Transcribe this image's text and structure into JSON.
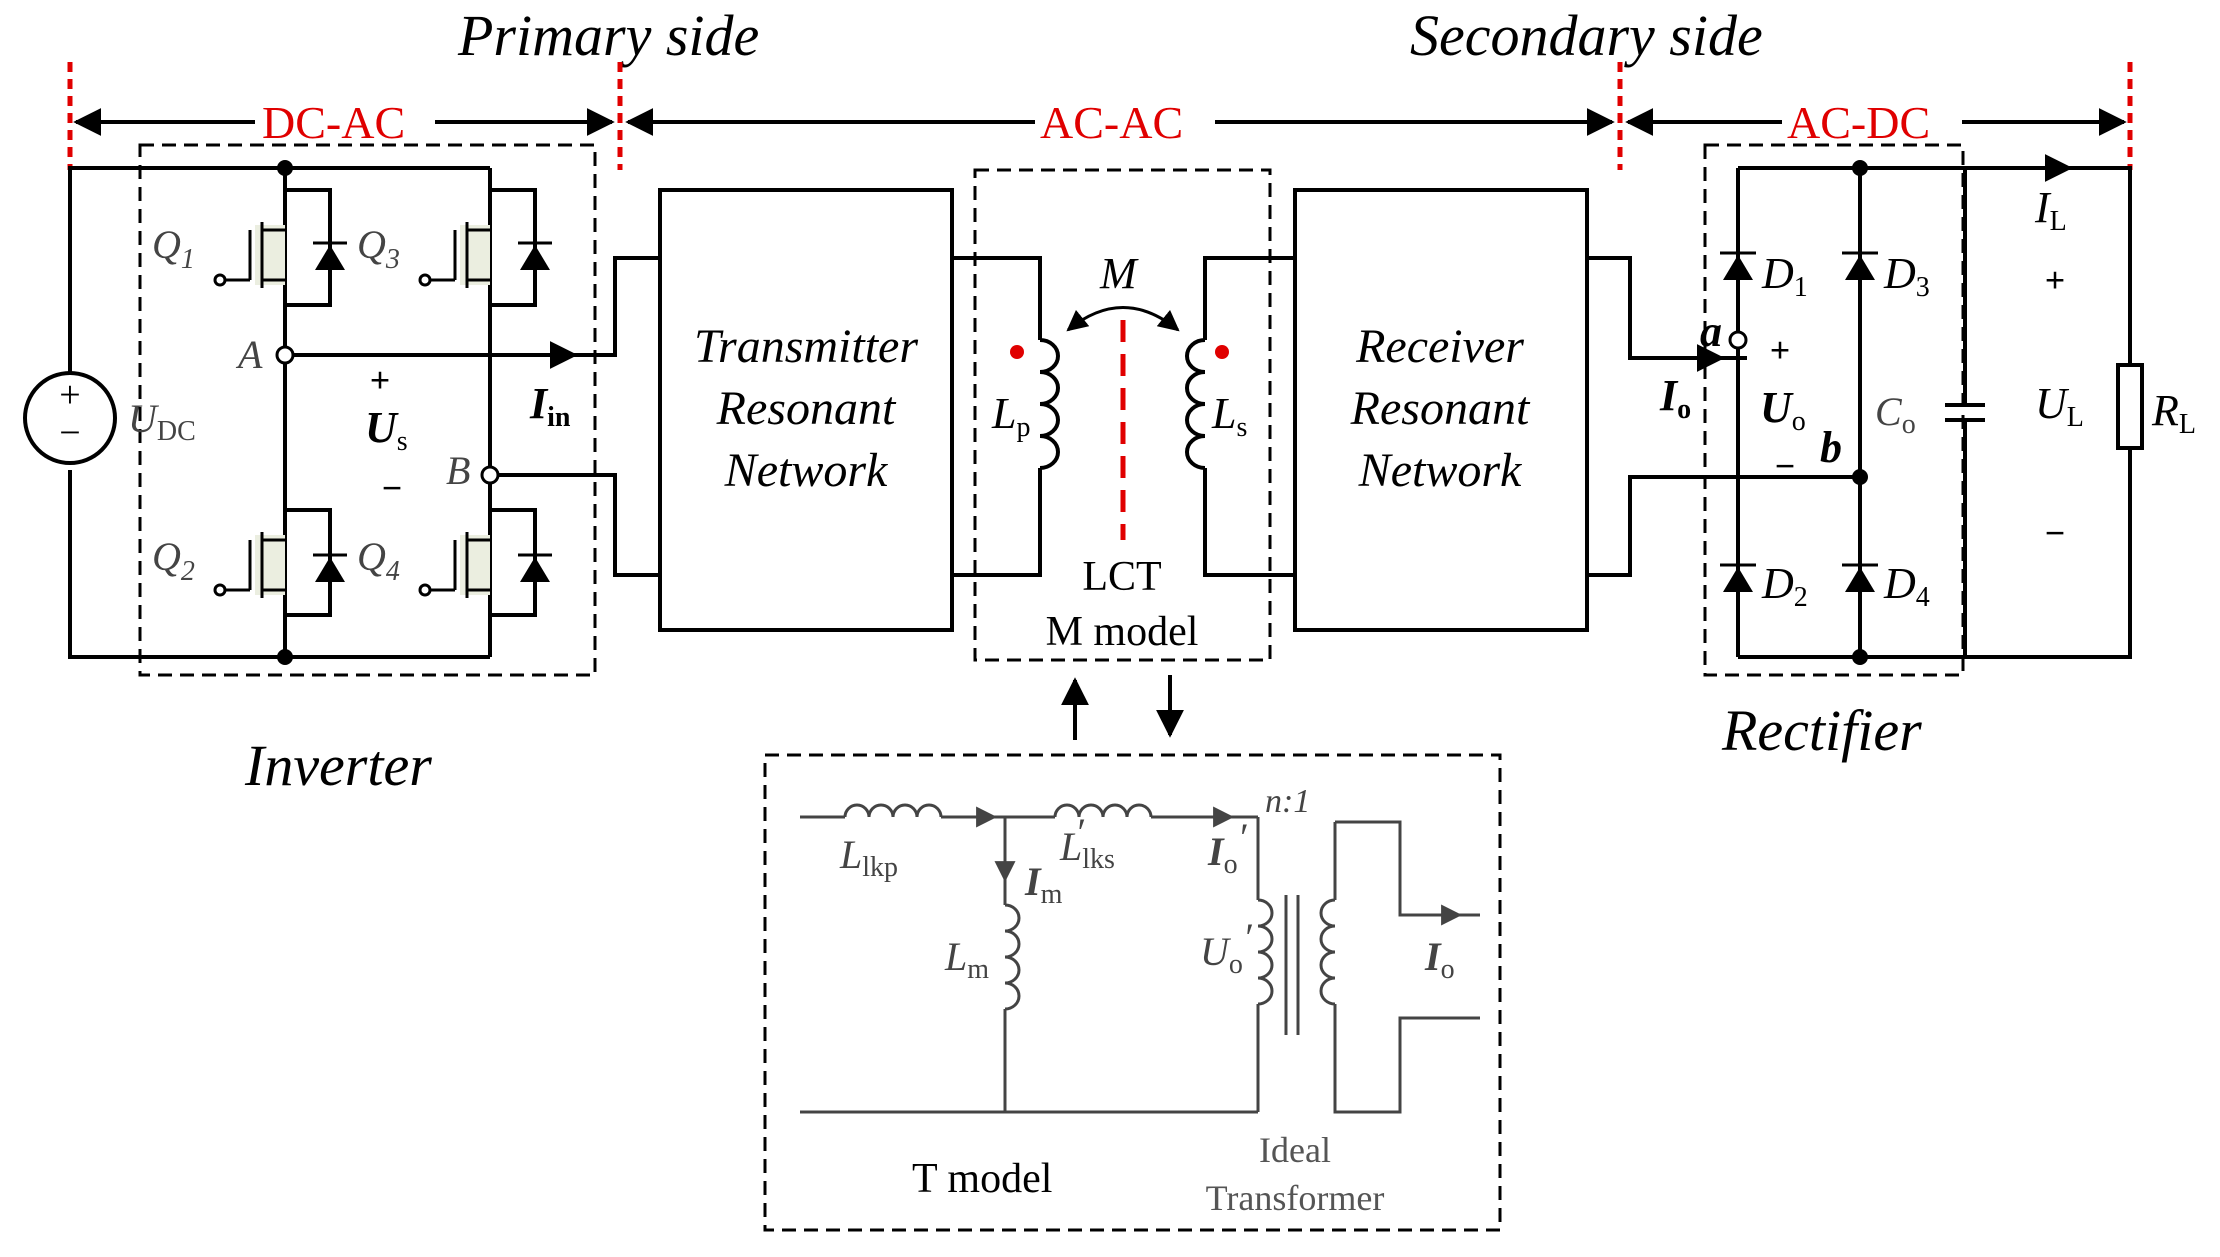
{
  "headings": {
    "primary_side": "Primary side",
    "secondary_side": "Secondary side"
  },
  "stages": {
    "dc_ac": "DC-AC",
    "ac_ac": "AC-AC",
    "ac_dc": "AC-DC"
  },
  "blocks": {
    "inverter": "Inverter",
    "rectifier": "Rectifier",
    "transmitter_line1": "Transmitter",
    "transmitter_line2": "Resonant",
    "transmitter_line3": "Network",
    "receiver_line1": "Receiver",
    "receiver_line2": "Resonant",
    "receiver_line3": "Network",
    "lct_line1": "LCT",
    "lct_line2": "M model",
    "t_model": "T model",
    "ideal_line1": "Ideal",
    "ideal_line2": "Transformer",
    "ratio": "n:1"
  },
  "labels": {
    "q1": "Q",
    "q1_sub": "1",
    "q2": "Q",
    "q2_sub": "2",
    "q3": "Q",
    "q3_sub": "3",
    "q4": "Q",
    "q4_sub": "4",
    "node_a_upper": "A",
    "node_b_upper": "B",
    "udc": "U",
    "udc_sub": "DC",
    "us": "U",
    "us_sub": "s",
    "iin": "I",
    "iin_sub": "in",
    "plus": "+",
    "minus": "−",
    "m": "M",
    "lp": "L",
    "lp_sub": "p",
    "ls": "L",
    "ls_sub": "s",
    "io": "I",
    "io_sub": "o",
    "node_a_lower": "a",
    "node_b_lower": "b",
    "uo": "U",
    "uo_sub": "o",
    "d1": "D",
    "d1_sub": "1",
    "d2": "D",
    "d2_sub": "2",
    "d3": "D",
    "d3_sub": "3",
    "d4": "D",
    "d4_sub": "4",
    "co": "C",
    "co_sub": "o",
    "il": "I",
    "il_sub": "L",
    "ul": "U",
    "ul_sub": "L",
    "rl": "R",
    "rl_sub": "L",
    "llkp": "L",
    "llkp_sub": "lkp",
    "llks": "L",
    "llks_sub": "lks",
    "im": "I",
    "im_sub": "m",
    "lm": "L",
    "lm_sub": "m",
    "io_prime": "I",
    "io_prime_sub": "o",
    "uo_prime": "U",
    "uo_prime_sub": "o",
    "io_t": "I",
    "io_t_sub": "o",
    "prime": "′"
  },
  "colors": {
    "converter_fill": "#ebeee0",
    "coupler_fill": "#eef3f6",
    "accent_red": "#e00000"
  }
}
